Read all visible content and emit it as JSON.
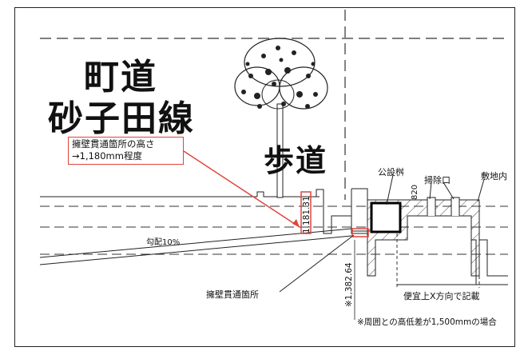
{
  "road_label_line1": "町道",
  "road_label_line2": "砂子田線",
  "sidewalk_label": "歩道",
  "callout": {
    "line1": "擁壁貫通箇所の高さ",
    "line2": "→1,180mm程度"
  },
  "labels": {
    "public_basin": "公設桝",
    "cleanout": "掃除口",
    "on_site": "敷地内",
    "gradient": "勾配10%",
    "penetration_point": "擁壁貫通箇所",
    "dim_820": "820",
    "dim_1181": "1,181.31",
    "dim_1382": "※1,382.64",
    "x_direction_note": "便宜上X方向で記載",
    "height_note": "※周囲との高低差が1,500mmの場合"
  },
  "colors": {
    "callout_red": "#e0443e",
    "line": "#222222"
  }
}
